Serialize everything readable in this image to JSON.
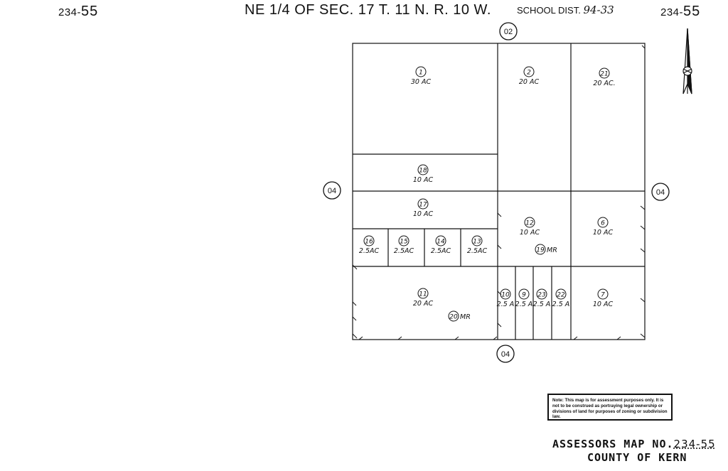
{
  "header": {
    "map_left_prefix": "234-",
    "map_left_num": "55",
    "title": "NE 1/4 OF SEC. 17  T. 11 N. R. 10 W.",
    "school_label": "SCHOOL DIST.",
    "school_num": "94-33",
    "map_right_prefix": "234-",
    "map_right_num": "55"
  },
  "roads": {
    "top": "02",
    "left": "04",
    "right": "04",
    "bottom": "04"
  },
  "parcels": [
    {
      "id": "p1",
      "num": "1",
      "area": "30 AC"
    },
    {
      "id": "p2",
      "num": "2",
      "area": "20 AC"
    },
    {
      "id": "p21",
      "num": "21",
      "area": "20 AC."
    },
    {
      "id": "p18",
      "num": "18",
      "area": "10 AC"
    },
    {
      "id": "p17",
      "num": "17",
      "area": "10 AC"
    },
    {
      "id": "p16",
      "num": "16",
      "area": "2.5AC"
    },
    {
      "id": "p15",
      "num": "15",
      "area": "2.5AC"
    },
    {
      "id": "p14",
      "num": "14",
      "area": "2.5AC"
    },
    {
      "id": "p13",
      "num": "13",
      "area": "2.5AC"
    },
    {
      "id": "p12",
      "num": "12",
      "area": "10 AC"
    },
    {
      "id": "p19",
      "num": "19",
      "area": "MR"
    },
    {
      "id": "p6",
      "num": "6",
      "area": "10 AC"
    },
    {
      "id": "p11",
      "num": "11",
      "area": "20 AC"
    },
    {
      "id": "p20",
      "num": "20",
      "area": "MR"
    },
    {
      "id": "p10",
      "num": "10",
      "area": "2.5 A"
    },
    {
      "id": "p9",
      "num": "9",
      "area": "2.5 A"
    },
    {
      "id": "p23",
      "num": "23",
      "area": "2.5 A"
    },
    {
      "id": "p22",
      "num": "22",
      "area": "2.5 A"
    },
    {
      "id": "p7",
      "num": "7",
      "area": "10 AC"
    }
  ],
  "note": "Note: This map is for assessment purposes only. It is not to be construed as portraying legal ownership or divisions of land for purposes of zoning or subdivision law.",
  "footer": {
    "assessor_label": "ASSESSORS MAP NO.",
    "assessor_num": "234-55",
    "county": "COUNTY OF KERN"
  },
  "colors": {
    "ink": "#111111",
    "paper": "#ffffff"
  },
  "icons": {
    "north_arrow": "north-arrow-icon"
  }
}
